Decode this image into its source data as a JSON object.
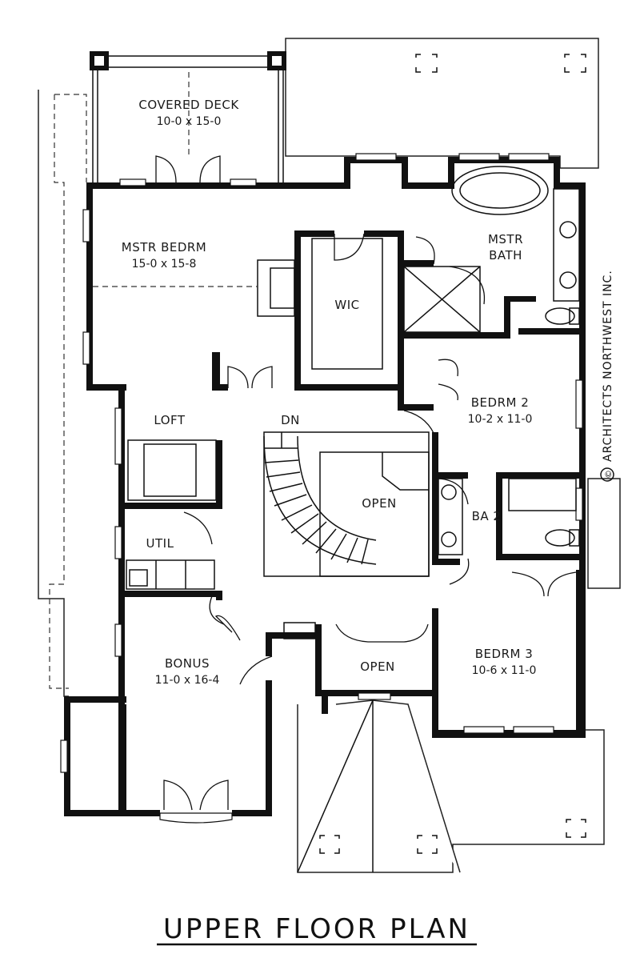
{
  "plan": {
    "title": "UPPER FLOOR PLAN",
    "credit": "ARCHITECTS NORTHWEST INC.",
    "credit_mark": "©"
  },
  "rooms": {
    "covered_deck": {
      "name": "COVERED DECK",
      "size": "10-0 x 15-0"
    },
    "master_bedroom": {
      "name": "MSTR BEDRM",
      "size": "15-0 x 15-8"
    },
    "walk_in_closet": {
      "name": "WIC"
    },
    "master_bath": {
      "name_line1": "MSTR",
      "name_line2": "BATH"
    },
    "bedroom_2": {
      "name": "BEDRM 2",
      "size": "10-2 x 11-0"
    },
    "loft": {
      "name": "LOFT"
    },
    "stair_down": {
      "name": "DN"
    },
    "open_stair": {
      "name": "OPEN"
    },
    "bath_2": {
      "name": "BA 2"
    },
    "utility": {
      "name": "UTIL"
    },
    "bonus": {
      "name": "BONUS",
      "size": "11-0 x 16-4"
    },
    "open_foyer": {
      "name": "OPEN"
    },
    "bedroom_3": {
      "name": "BEDRM 3",
      "size": "10-6 x 11-0"
    }
  }
}
